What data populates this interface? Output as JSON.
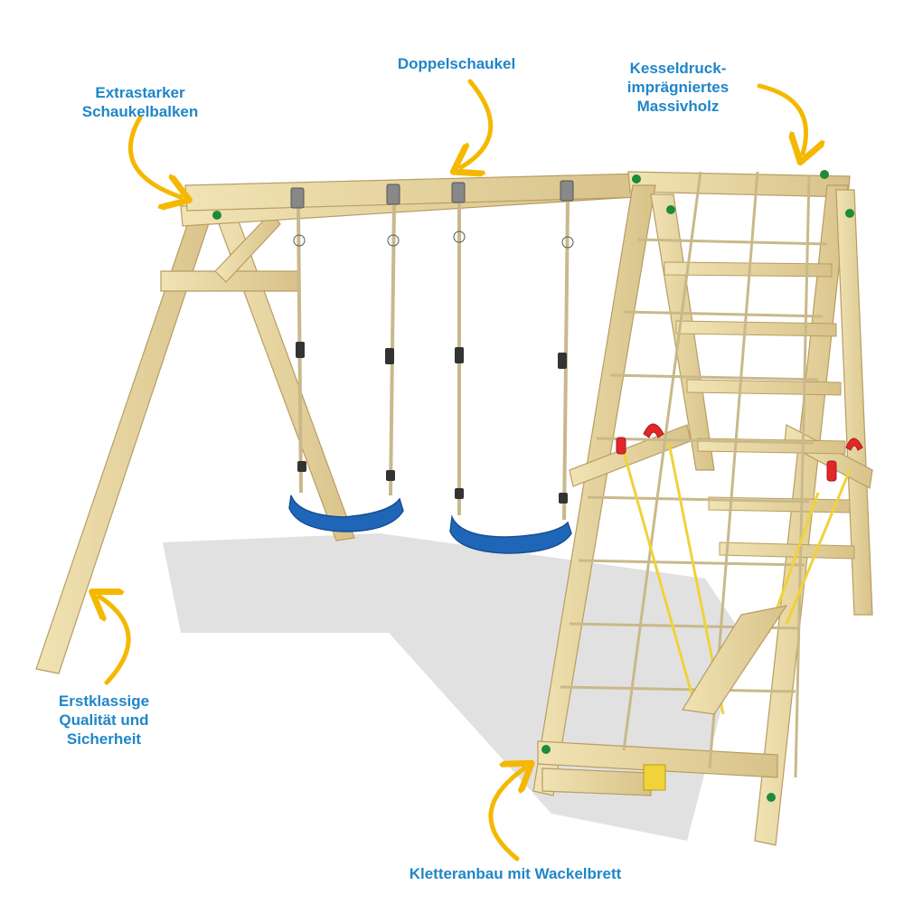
{
  "labels": {
    "extrastarker": [
      "Extrastarker",
      "Schaukelbalken"
    ],
    "doppelschaukel": [
      "Doppelschaukel"
    ],
    "kesseldruck": [
      "Kesseldruck-",
      "imprägniertes",
      "Massivholz"
    ],
    "erstklassige": [
      "Erstklassige",
      "Qualität und",
      "Sicherheit"
    ],
    "kletteranbau": [
      "Kletteranbau mit Wackelbrett"
    ]
  },
  "colors": {
    "label_text": "#1f86c8",
    "arrow": "#f5b800",
    "wood": "#e8d7a0",
    "wood_dark": "#c9b37a",
    "seat": "#1f66b8",
    "rope": "#c9b98a",
    "handle": "#e3262a",
    "strap": "#f0d23a",
    "shadow": "#d9d9d9"
  }
}
